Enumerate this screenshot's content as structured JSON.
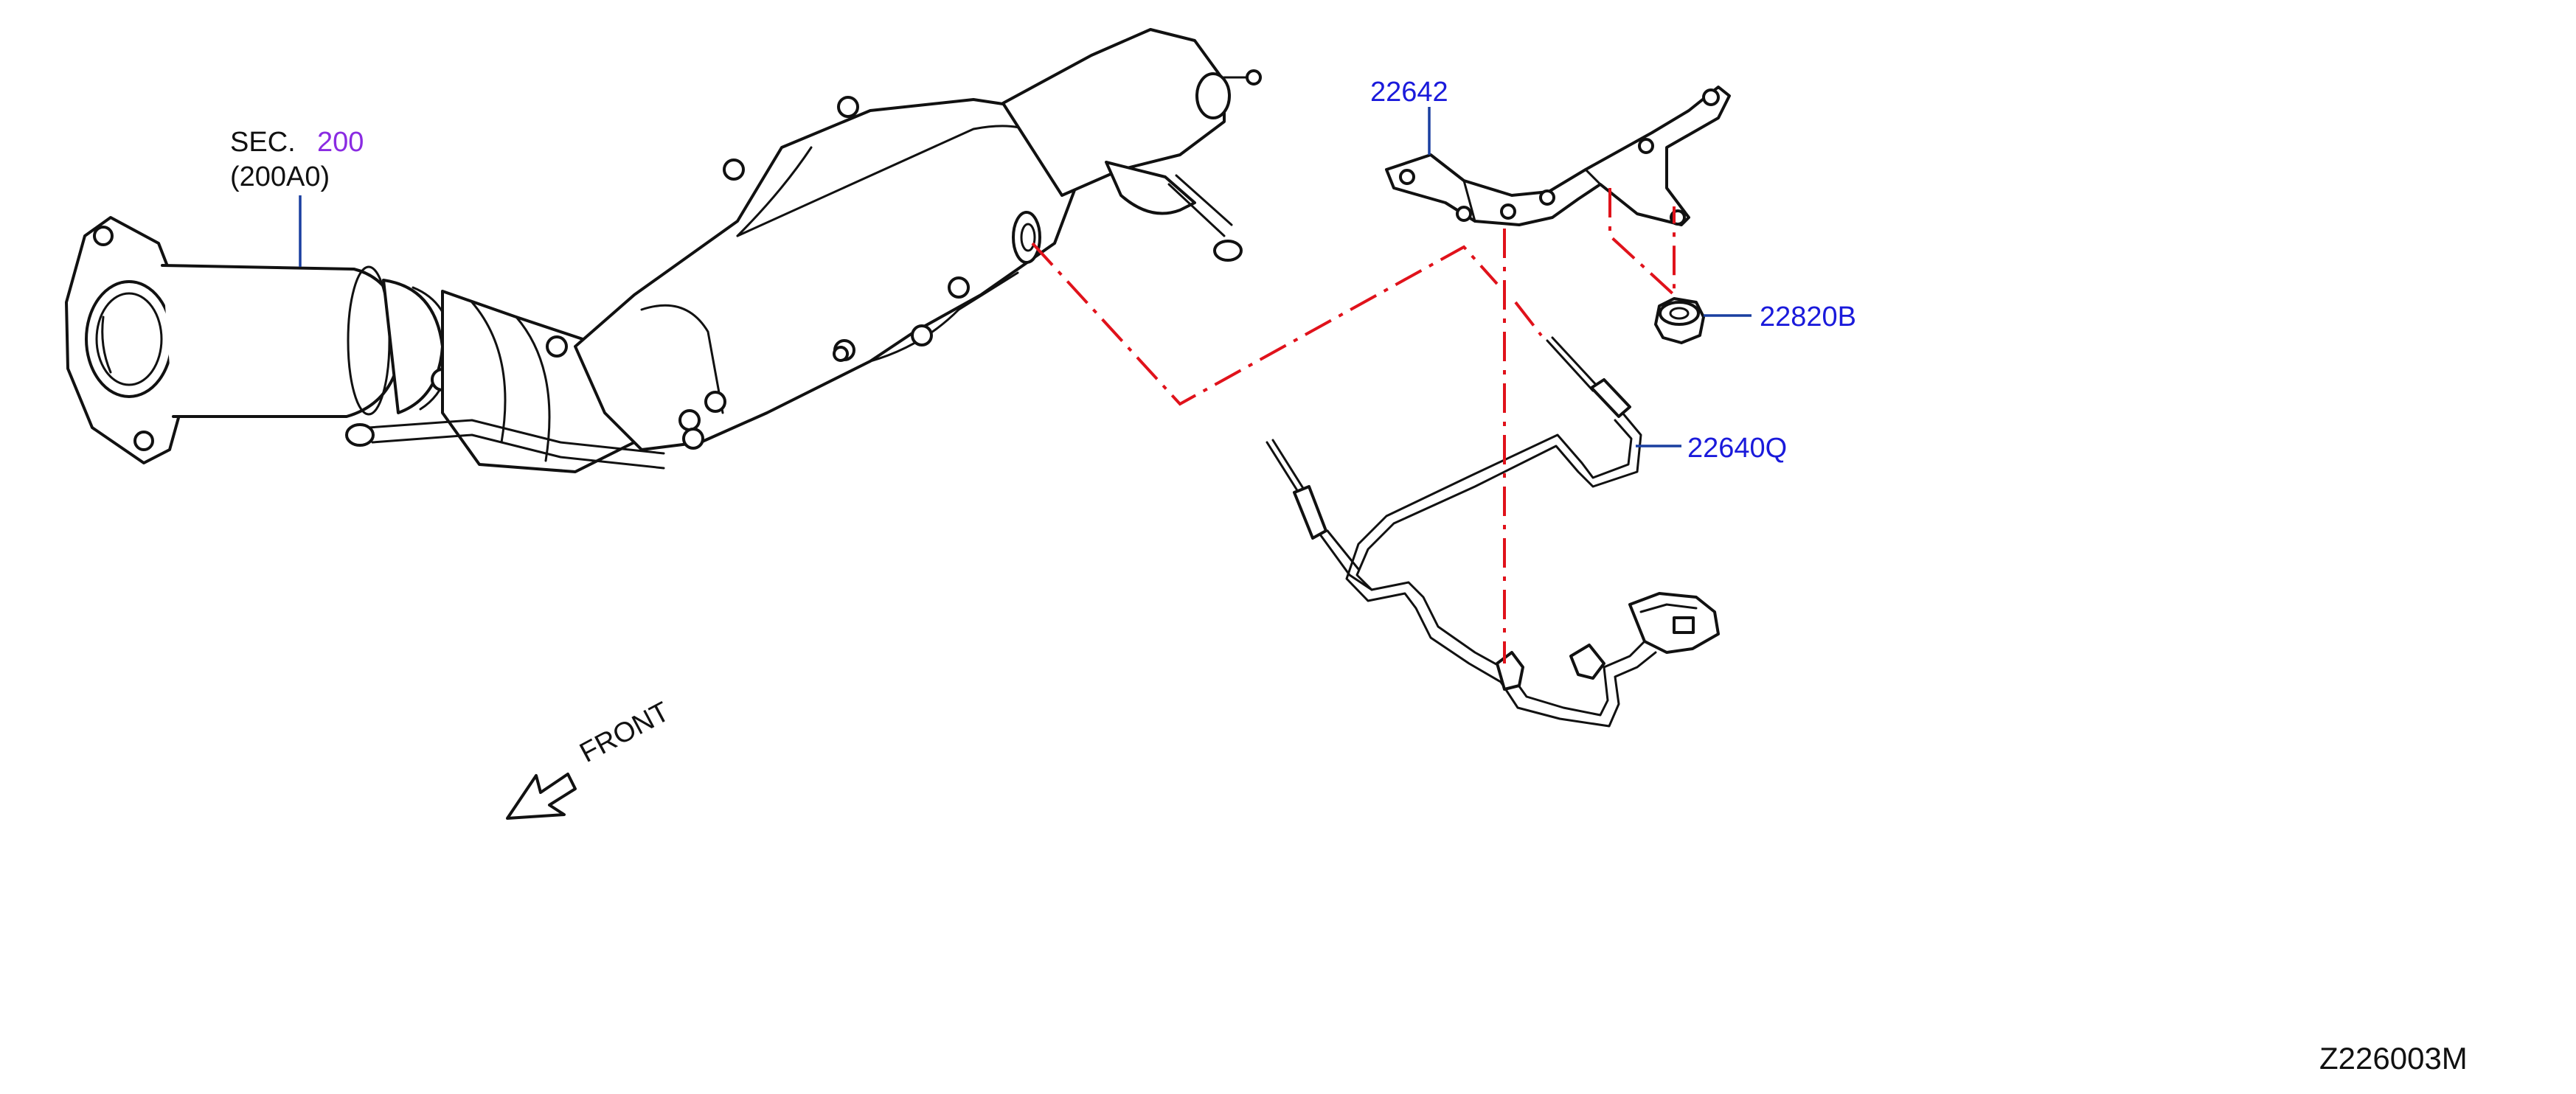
{
  "labels": {
    "sec_prefix": "SEC.",
    "sec_number": "200",
    "sec_code": "(200A0)",
    "bracket": "22642",
    "nut": "22820B",
    "sensor": "22640Q",
    "front": "FRONT",
    "figure_id": "Z226003M"
  },
  "colors": {
    "part_number": "#1a1adb",
    "section_number": "#8a2be2",
    "leader_line": "#1a3fa0",
    "assembly_line": "#e0121b",
    "line_art": "#111111"
  }
}
